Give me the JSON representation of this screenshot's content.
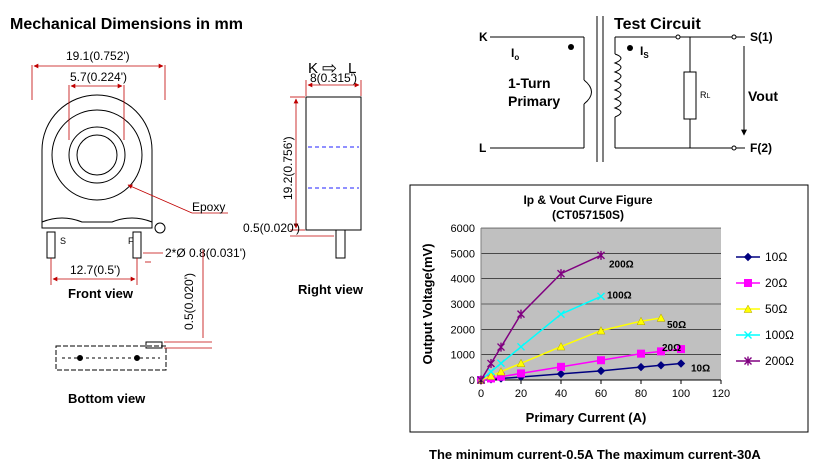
{
  "mechanical": {
    "title": "Mechanical Dimensions in mm",
    "dims": {
      "width_total": "19.1(0.752')",
      "hole": "5.7(0.224')",
      "epoxy": "Epoxy",
      "gap": "0.5(0.020')",
      "pin_dia": "2*Ø 0.8(0.031')",
      "pin_pitch": "12.7(0.5')",
      "thickness": "8(0.315')",
      "height": "19.2(0.756')",
      "bottom_offset": "0.5(0.020')"
    },
    "pin_s": "S",
    "pin_f": "F",
    "front_view": "Front view",
    "right_view": "Right view",
    "bottom_view": "Bottom view",
    "k_label": "K",
    "l_label": "L",
    "arrow_glyph": "⇨"
  },
  "circuit": {
    "title": "Test Circuit",
    "k": "K",
    "l": "L",
    "io": "I",
    "io_sub": "o",
    "is": "I",
    "is_sub": "S",
    "primary_line1": "1-Turn",
    "primary_line2": "Primary",
    "rl": "R",
    "rl_sub": "L",
    "vout": "Vout",
    "s1": "S(1)",
    "f2": "F(2)"
  },
  "chart_data": {
    "type": "line",
    "title": "Ip & Vout Curve Figure",
    "subtitle": "(CT057150S)",
    "xlabel": "Primary  Current (A)",
    "ylabel": "Output Voltage(mV)",
    "xlim": [
      0,
      120
    ],
    "ylim": [
      0,
      6000
    ],
    "xticks": [
      0,
      20,
      40,
      60,
      80,
      100,
      120
    ],
    "yticks": [
      0,
      1000,
      2000,
      3000,
      4000,
      5000,
      6000
    ],
    "grid": true,
    "legend_position": "right",
    "series": [
      {
        "name": "10Ω",
        "marker": "diamond",
        "color": "#000080",
        "x": [
          0,
          5,
          10,
          20,
          40,
          60,
          80,
          90,
          100
        ],
        "y": [
          0,
          30,
          60,
          120,
          240,
          360,
          510,
          580,
          650
        ],
        "end_label": "10Ω"
      },
      {
        "name": "20Ω",
        "marker": "square",
        "color": "#ff00ff",
        "x": [
          0,
          5,
          10,
          20,
          40,
          60,
          80,
          90,
          100
        ],
        "y": [
          0,
          60,
          130,
          260,
          520,
          780,
          1040,
          1130,
          1220
        ],
        "end_label": "20Ω"
      },
      {
        "name": "50Ω",
        "marker": "triangle",
        "color": "#ffff00",
        "x": [
          0,
          5,
          10,
          20,
          40,
          60,
          80,
          90
        ],
        "y": [
          0,
          160,
          330,
          660,
          1320,
          1950,
          2320,
          2450
        ],
        "end_label": "50Ω"
      },
      {
        "name": "100Ω",
        "marker": "x",
        "color": "#00ffff",
        "x": [
          0,
          5,
          10,
          20,
          40,
          60
        ],
        "y": [
          0,
          330,
          660,
          1310,
          2600,
          3300
        ],
        "end_label": "100Ω"
      },
      {
        "name": "200Ω",
        "marker": "star",
        "color": "#800080",
        "x": [
          0,
          5,
          10,
          20,
          40,
          60
        ],
        "y": [
          0,
          650,
          1300,
          2600,
          4200,
          4920
        ],
        "end_label": "200Ω"
      }
    ]
  },
  "footer": "The minimum current-0.5A  The maximum current-30A"
}
